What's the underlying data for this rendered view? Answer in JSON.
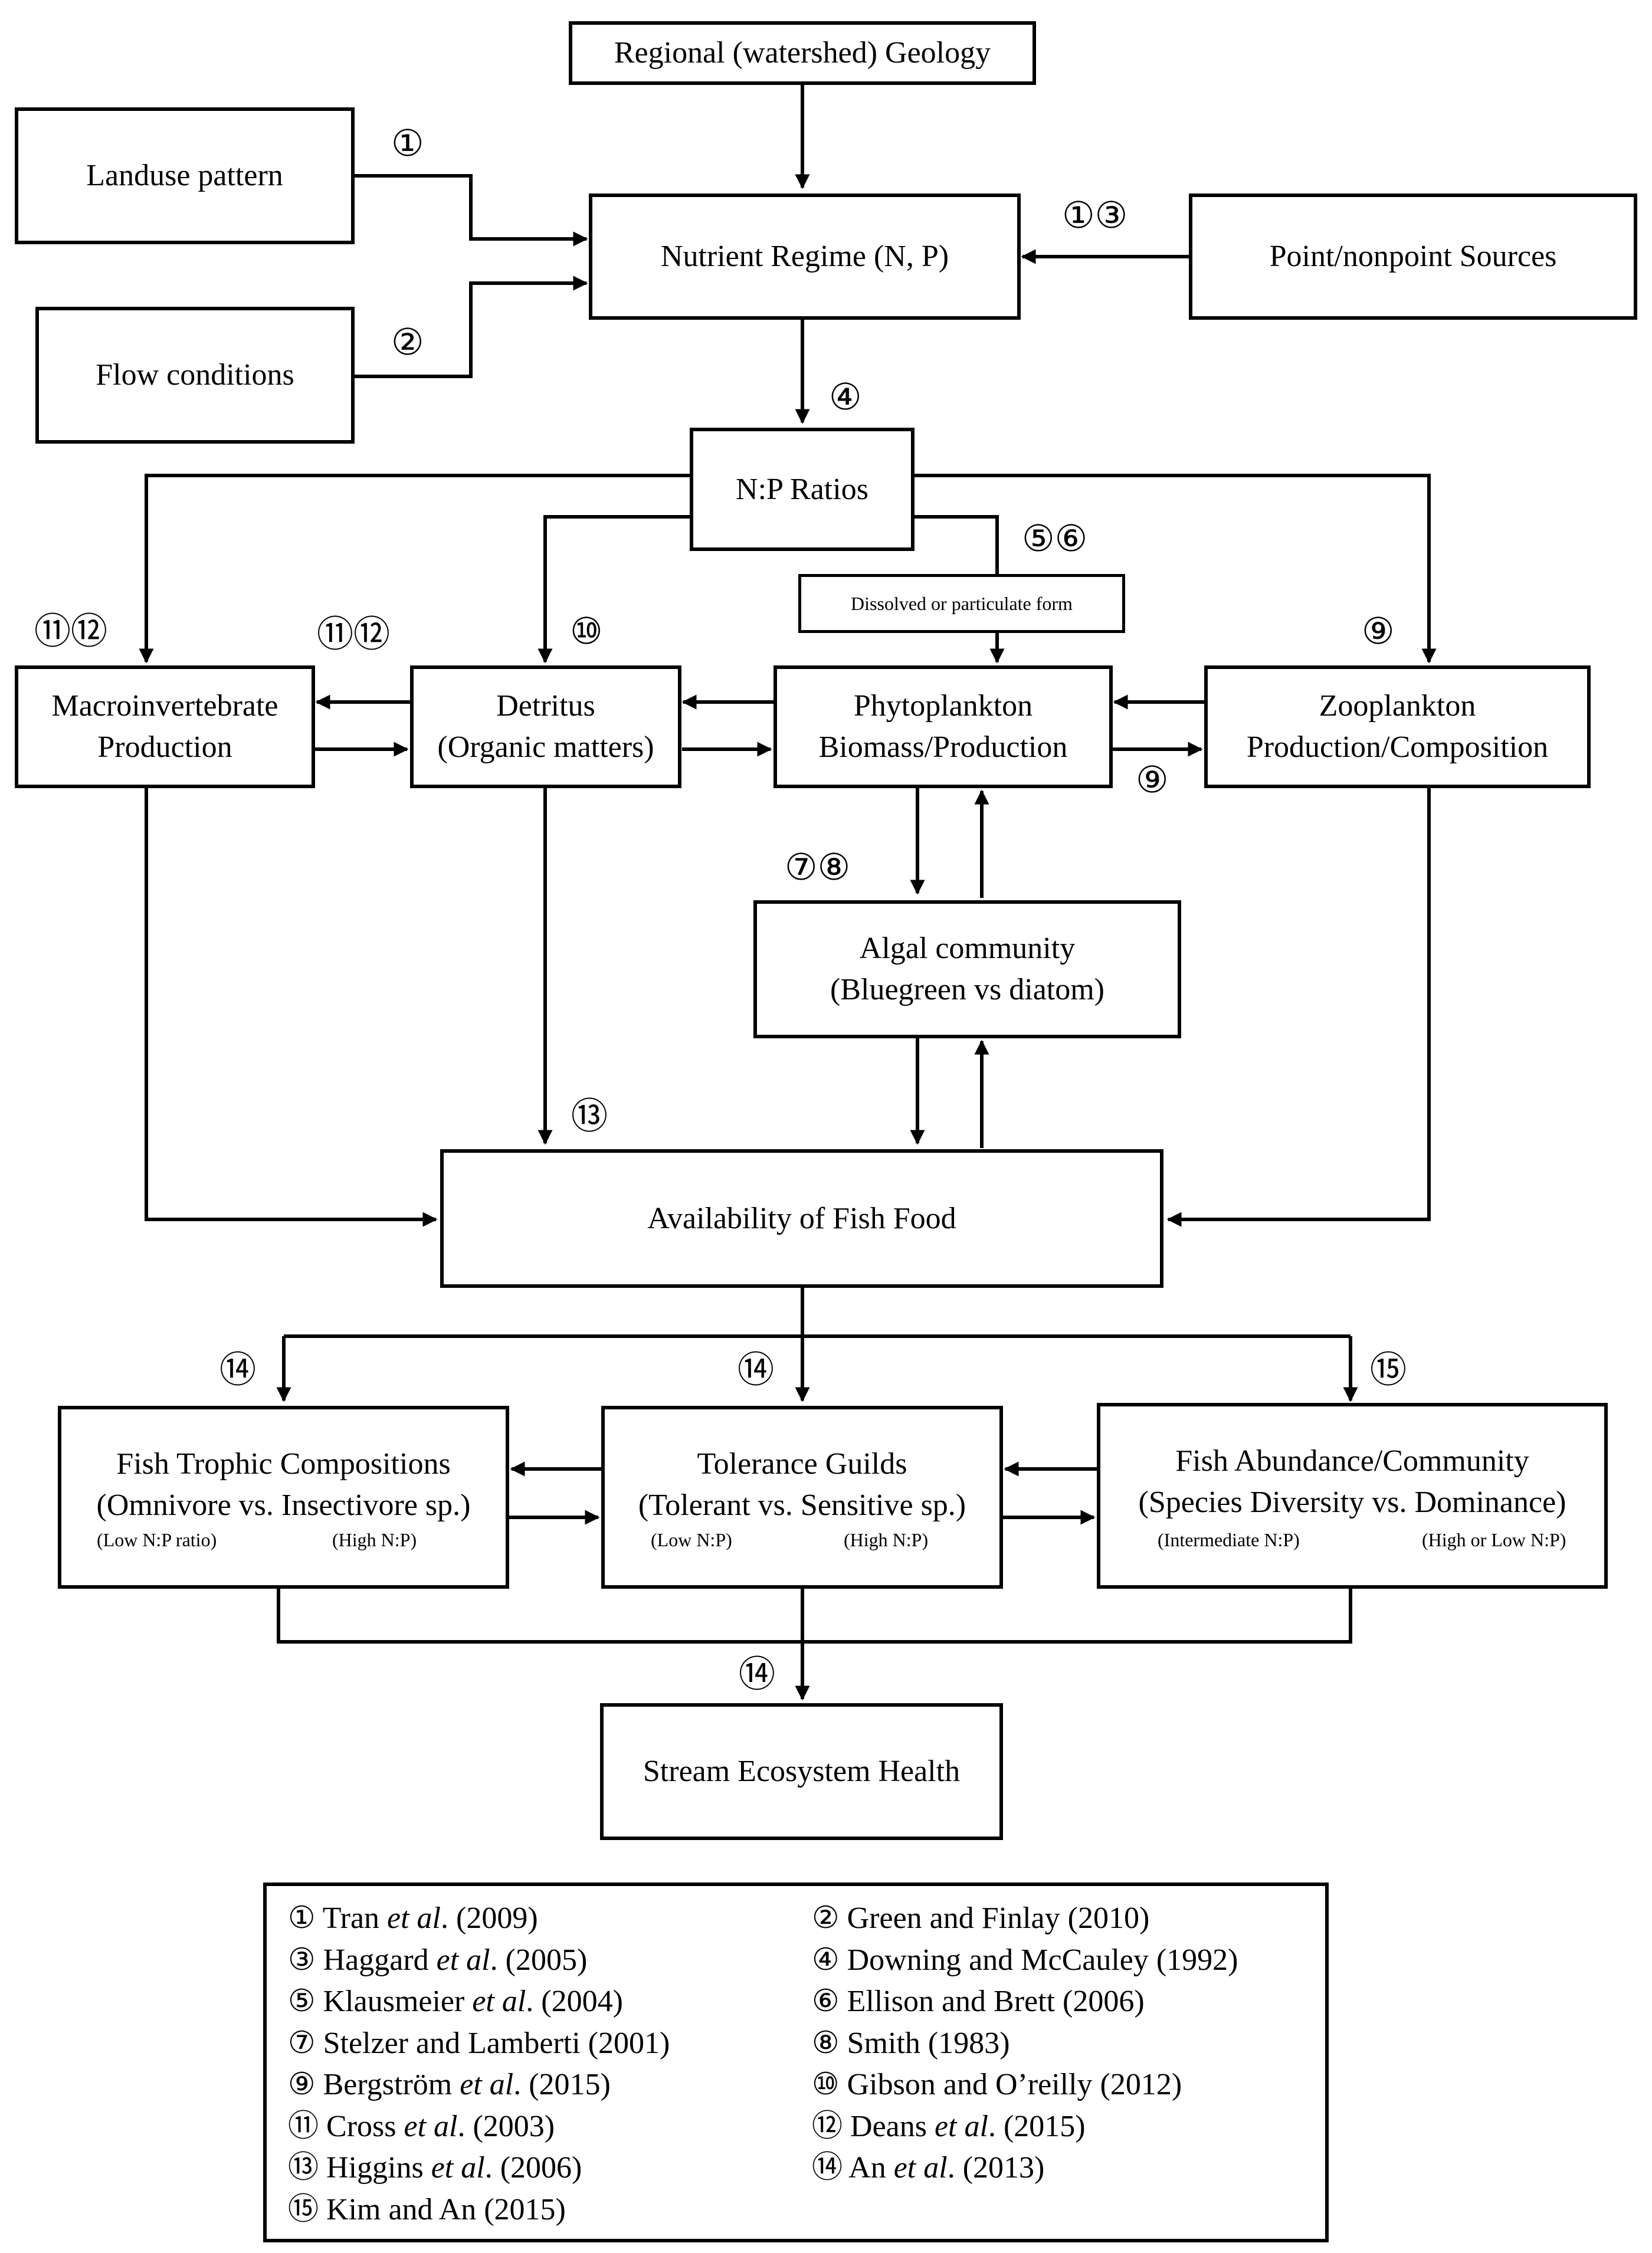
{
  "nodes": {
    "geology": "Regional (watershed) Geology",
    "landuse": "Landuse pattern",
    "flow": "Flow conditions",
    "nutrient": "Nutrient Regime (N, P)",
    "point_sources": "Point/nonpoint Sources",
    "np_ratios": "N:P Ratios",
    "dissolved": "Dissolved or particulate form",
    "macro": [
      "Macroinvertebrate",
      "Production"
    ],
    "detritus": [
      "Detritus",
      "(Organic matters)"
    ],
    "phyto": [
      "Phytoplankton",
      "Biomass/Production"
    ],
    "zoo": [
      "Zooplankton",
      "Production/Composition"
    ],
    "algal": [
      "Algal community",
      "(Bluegreen vs diatom)"
    ],
    "fish_food": "Availability of Fish Food",
    "trophic": {
      "line1": "Fish Trophic Compositions",
      "line2": "(Omnivore vs. Insectivore sp.)",
      "left_note": "(Low N:P ratio)",
      "right_note": "(High N:P)"
    },
    "tolerance": {
      "line1": "Tolerance Guilds",
      "line2": "(Tolerant vs. Sensitive sp.)",
      "left_note": "(Low N:P)",
      "right_note": "(High N:P)"
    },
    "abundance": {
      "line1": "Fish Abundance/Community",
      "line2": "(Species Diversity vs. Dominance)",
      "left_note": "(Intermediate N:P)",
      "right_note": "(High or Low N:P)"
    },
    "health": "Stream Ecosystem Health"
  },
  "markers": {
    "landuse": "①",
    "flow": "②",
    "point_sources": "①③",
    "np": "④",
    "dissolved": "⑤⑥",
    "macro_top": "⑪⑫",
    "macro_left": "⑪⑫",
    "detritus": "⑩",
    "zoo": "⑨",
    "phyto_zoo": "⑨",
    "algal": "⑦⑧",
    "fish_food": "⑬",
    "trophic": "⑭",
    "tolerance": "⑭",
    "abundance": "⑮",
    "health": "⑭"
  },
  "references": [
    {
      "n": "①",
      "pre": "Tran ",
      "it": "et al",
      "post": ". (2009)"
    },
    {
      "n": "②",
      "pre": "Green and Finlay (2010)",
      "it": "",
      "post": ""
    },
    {
      "n": "③",
      "pre": "Haggard ",
      "it": "et al",
      "post": ". (2005)"
    },
    {
      "n": "④",
      "pre": "Downing and McCauley (1992)",
      "it": "",
      "post": ""
    },
    {
      "n": "⑤",
      "pre": "Klausmeier ",
      "it": "et al",
      "post": ". (2004)"
    },
    {
      "n": "⑥",
      "pre": "Ellison and Brett (2006)",
      "it": "",
      "post": ""
    },
    {
      "n": "⑦",
      "pre": "Stelzer and Lamberti (2001)",
      "it": "",
      "post": ""
    },
    {
      "n": "⑧",
      "pre": "Smith (1983)",
      "it": "",
      "post": ""
    },
    {
      "n": "⑨",
      "pre": "Bergström ",
      "it": "et al",
      "post": ". (2015)"
    },
    {
      "n": "⑩",
      "pre": "Gibson and O’reilly (2012)",
      "it": "",
      "post": ""
    },
    {
      "n": "⑪",
      "pre": "Cross ",
      "it": "et al",
      "post": ". (2003)"
    },
    {
      "n": "⑫",
      "pre": "Deans ",
      "it": "et al",
      "post": ". (2015)"
    },
    {
      "n": "⑬",
      "pre": "Higgins ",
      "it": "et al",
      "post": ". (2006)"
    },
    {
      "n": "⑭",
      "pre": "An ",
      "it": "et al",
      "post": ". (2013)"
    },
    {
      "n": "⑮",
      "pre": "Kim and An (2015)",
      "it": "",
      "post": ""
    }
  ]
}
